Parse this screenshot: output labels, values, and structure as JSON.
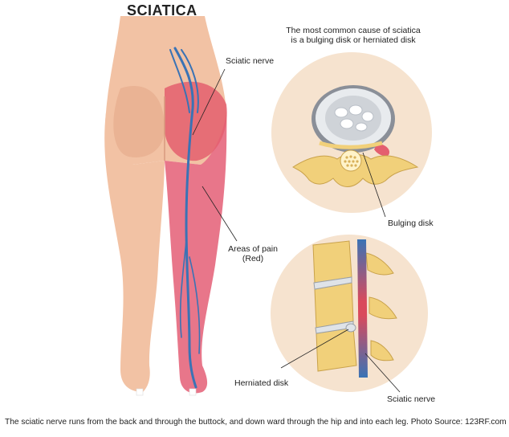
{
  "title": "SCIATICA",
  "labels": {
    "cause_line1": "The most common cause of sciatica",
    "cause_line2": "is a bulging disk or herniated disk",
    "sciatic_nerve_top": "Sciatic nerve",
    "areas_of_pain_line1": "Areas of pain",
    "areas_of_pain_line2": "(Red)",
    "bulging_disk": "Bulging disk",
    "herniated_disk": "Herniated disk",
    "sciatic_nerve_bottom": "Sciatic nerve"
  },
  "caption": "The sciatic nerve runs from the back and through the buttock, and down ward through the hip and into each leg. Photo Source: 123RF.com.",
  "colors": {
    "skin": "#f2c2a4",
    "skin_shade": "#e8a98a",
    "pain": "#e45f6f",
    "nerve": "#3a73b5",
    "circle_bg": "#f6e3cf",
    "bone": "#f1d07a",
    "disk": "#cfd3d8"
  }
}
